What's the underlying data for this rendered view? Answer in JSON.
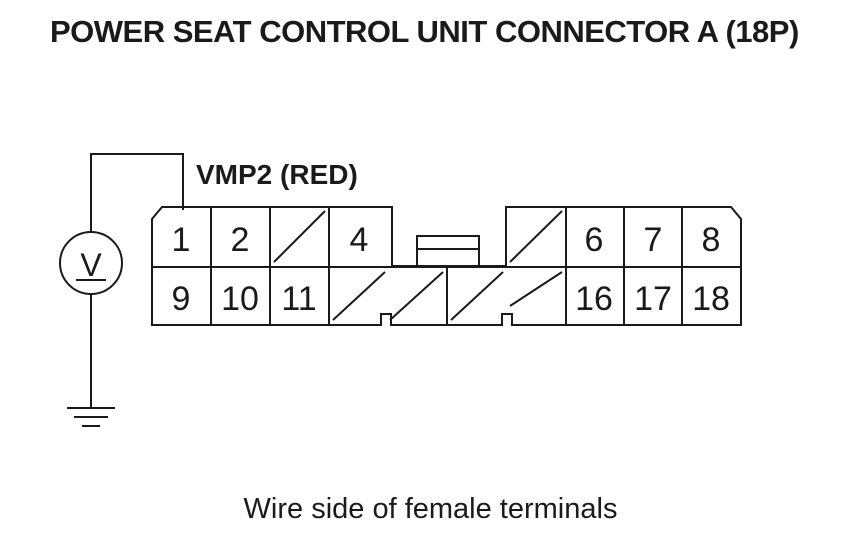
{
  "title": "POWER SEAT CONTROL UNIT CONNECTOR A (18P)",
  "wire_label": "VMP2 (RED)",
  "meter_symbol": "V",
  "ground_icon": "ground-icon",
  "voltmeter_icon": "voltmeter-icon",
  "terminals": {
    "t1": "1",
    "t2": "2",
    "t4": "4",
    "t6": "6",
    "t7": "7",
    "t8": "8",
    "t9": "9",
    "t10": "10",
    "t11": "11",
    "t16": "16",
    "t17": "17",
    "t18": "18"
  },
  "caption": "Wire side of female terminals"
}
